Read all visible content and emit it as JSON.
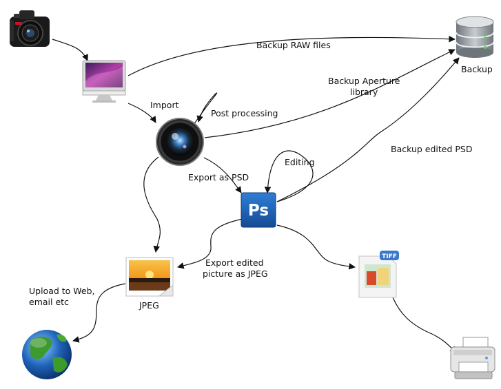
{
  "diagram": {
    "nodes": {
      "camera": {
        "icon": "camera-icon"
      },
      "computer": {
        "icon": "imac-computer-icon"
      },
      "aperture": {
        "icon": "aperture-lens-icon"
      },
      "photoshop": {
        "icon": "photoshop-icon",
        "text": "Ps"
      },
      "backup": {
        "icon": "database-icon",
        "label": "Backup"
      },
      "jpeg": {
        "icon": "jpeg-image-icon",
        "label": "JPEG"
      },
      "tiff": {
        "icon": "tiff-file-icon",
        "badge": "TIFF"
      },
      "web": {
        "icon": "globe-icon"
      },
      "printer": {
        "icon": "printer-icon"
      }
    },
    "edge_labels": {
      "backup_raw": "Backup RAW files",
      "import": "Import",
      "post_processing": "Post processing",
      "backup_aperture_1": "Backup Aperture",
      "backup_aperture_2": "library",
      "backup_psd": "Backup edited PSD",
      "editing": "Editing",
      "export_psd": "Export as PSD",
      "export_jpeg_1": "Export edited",
      "export_jpeg_2": "picture as JPEG",
      "upload_1": "Upload to Web,",
      "upload_2": "email etc"
    },
    "colors": {
      "photoshop_blue": "#1c5fb5",
      "database_gray": "#8a9096",
      "globe_blue": "#1f62b8",
      "globe_green": "#3d9a2c",
      "sunset_orange": "#f39a1e"
    }
  }
}
